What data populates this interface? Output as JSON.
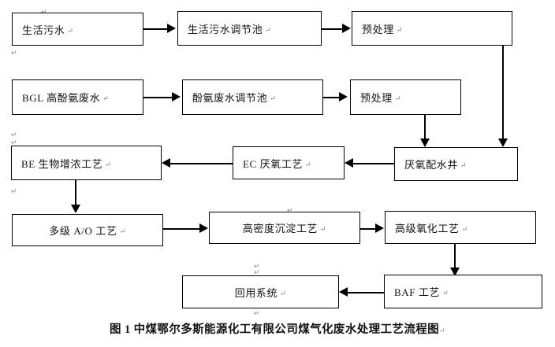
{
  "figure": {
    "caption": "图 1 中煤鄂尔多斯能源化工有限公司煤气化废水处理工艺流程图",
    "pilcrow": "↵",
    "background_color": "#ffffff",
    "line_color": "#000000",
    "text_color": "#111111"
  },
  "nodes": [
    {
      "id": "domestic-sewage",
      "label": "生活污水"
    },
    {
      "id": "domestic-regulating-tank",
      "label": "生活污水调节池"
    },
    {
      "id": "pretreatment-1",
      "label": "预处理"
    },
    {
      "id": "bgl-phenol-ammonia",
      "label": "BGL 高酚氨废水"
    },
    {
      "id": "phenol-regulating-tank",
      "label": "酚氨废水调节池"
    },
    {
      "id": "pretreatment-2",
      "label": "预处理"
    },
    {
      "id": "be-bio-thickening",
      "label": "BE 生物增浓工艺"
    },
    {
      "id": "ec-anaerobic",
      "label": "EC 厌氧工艺"
    },
    {
      "id": "anaerobic-distribution",
      "label": "厌氧配水井"
    },
    {
      "id": "multistage-ao",
      "label": "多级 A/O 工艺"
    },
    {
      "id": "high-density-settling",
      "label": "高密度沉淀工艺"
    },
    {
      "id": "advanced-oxidation",
      "label": "高级氧化工艺"
    },
    {
      "id": "reuse-system",
      "label": "回用系统"
    },
    {
      "id": "baf-process",
      "label": "BAF 工艺"
    }
  ],
  "flow_edges": [
    {
      "from": "domestic-sewage",
      "to": "domestic-regulating-tank"
    },
    {
      "from": "domestic-regulating-tank",
      "to": "pretreatment-1"
    },
    {
      "from": "bgl-phenol-ammonia",
      "to": "phenol-regulating-tank"
    },
    {
      "from": "phenol-regulating-tank",
      "to": "pretreatment-2"
    },
    {
      "from": "pretreatment-1",
      "to": "anaerobic-distribution"
    },
    {
      "from": "pretreatment-2",
      "to": "anaerobic-distribution"
    },
    {
      "from": "anaerobic-distribution",
      "to": "ec-anaerobic"
    },
    {
      "from": "ec-anaerobic",
      "to": "be-bio-thickening"
    },
    {
      "from": "be-bio-thickening",
      "to": "multistage-ao"
    },
    {
      "from": "multistage-ao",
      "to": "high-density-settling"
    },
    {
      "from": "high-density-settling",
      "to": "advanced-oxidation"
    },
    {
      "from": "advanced-oxidation",
      "to": "baf-process"
    },
    {
      "from": "baf-process",
      "to": "reuse-system"
    }
  ],
  "stray_marks": [
    "↵",
    "↵",
    "↵",
    "↵",
    "↵",
    "↵",
    "↵",
    "↵",
    "↵"
  ]
}
